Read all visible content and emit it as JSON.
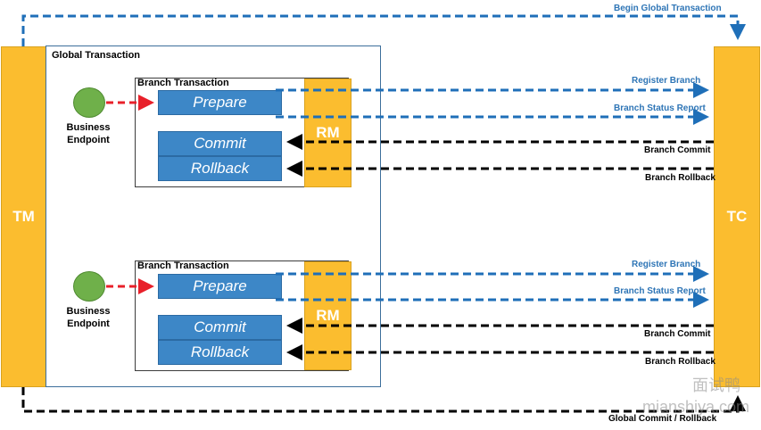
{
  "tm_label": "TM",
  "tc_label": "TC",
  "global_transaction_label": "Global Transaction",
  "begin_label": "Begin Global Transaction",
  "global_commit_label": "Global Commit / Rollback",
  "branches": [
    {
      "title": "Branch Transaction",
      "endpoint": [
        "Business",
        "Endpoint"
      ],
      "prepare": "Prepare",
      "commit": "Commit",
      "rollback": "Rollback",
      "rm": "RM",
      "register": "Register Branch",
      "status_report": "Branch Status Report",
      "branch_commit": "Branch Commit",
      "branch_rollback": "Branch Rollback"
    },
    {
      "title": "Branch Transaction",
      "endpoint": [
        "Business",
        "Endpoint"
      ],
      "prepare": "Prepare",
      "commit": "Commit",
      "rollback": "Rollback",
      "rm": "RM",
      "register": "Register Branch",
      "status_report": "Branch Status Report",
      "branch_commit": "Branch Commit",
      "branch_rollback": "Branch Rollback"
    }
  ],
  "watermark": {
    "cn": "面试鸭",
    "en": "mianshiya.com"
  },
  "colors": {
    "yellow": "#fbbd2f",
    "blue": "#3d87c7",
    "arrow_blue": "#1f6fb8",
    "red": "#e8202a",
    "black": "#000000",
    "green": "#6fb04a"
  }
}
